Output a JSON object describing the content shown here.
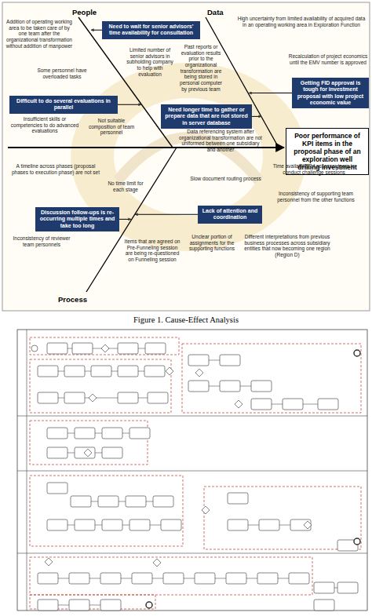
{
  "diagram": {
    "caption": "Figure 1. Cause-Effect Analysis",
    "nodes": [
      {
        "text": [
          "Need to wait for senior advisors' time availability for consultation"
        ]
      },
      {
        "text": [
          "Difficult to do several evaluations in parallel"
        ]
      },
      {
        "text": [
          "Need longer time to gather or prepare data that are not stored in server database"
        ]
      },
      {
        "text": [
          "Getting FID approval is tough for investment proposal with low project economic value"
        ]
      },
      {
        "text": [
          "Poor performance of KPI items in the proposal phase of an exploration well drilling investment"
        ]
      },
      {
        "text": [
          "Discussion follow-ups is re-occurring multiple times and take too long"
        ]
      },
      {
        "text": [
          "Lack of attention and coordination"
        ]
      }
    ],
    "labels": [
      "People",
      "Addition of operating working area to be taken care of by one team after the organizational transformation without addition of manpower",
      "Some personnel have overloaded tasks",
      "Limited number of senior advisors in subholding company to help with evaluation",
      "Insufficient skills or competencies to do advanced evaluations",
      "Not suitable composition of team personnel",
      "Data",
      "High uncertainty from limited availability of acquired data in an operating working area in Exploration Function",
      "Past reports or evaluation results prior to the organizational transformation are being stored in personal computer by previous team",
      "Recalculation of project economics until the EMV number is approved",
      "Data referencing system after organizational transformation are not uniformed between one subsidiary and another",
      "A timeline across phases (proposal phases to execution phase) are not set",
      "No time limit for each stage",
      "Slow document routing process",
      "Time availability of assessor team to conduct challenge sessions",
      "Inconsistency of supporting team personnel from the other functions",
      "Inconsistency of reviewer team personnels",
      "Items that are agreed on Pre-Funneling session are being re-questioned on Funneling session",
      "Unclear portion of assignments for the supporting functions",
      "Different interpretations from previous business processes across subsidiary entities that now becoming one region (Region D)",
      "Process"
    ]
  }
}
